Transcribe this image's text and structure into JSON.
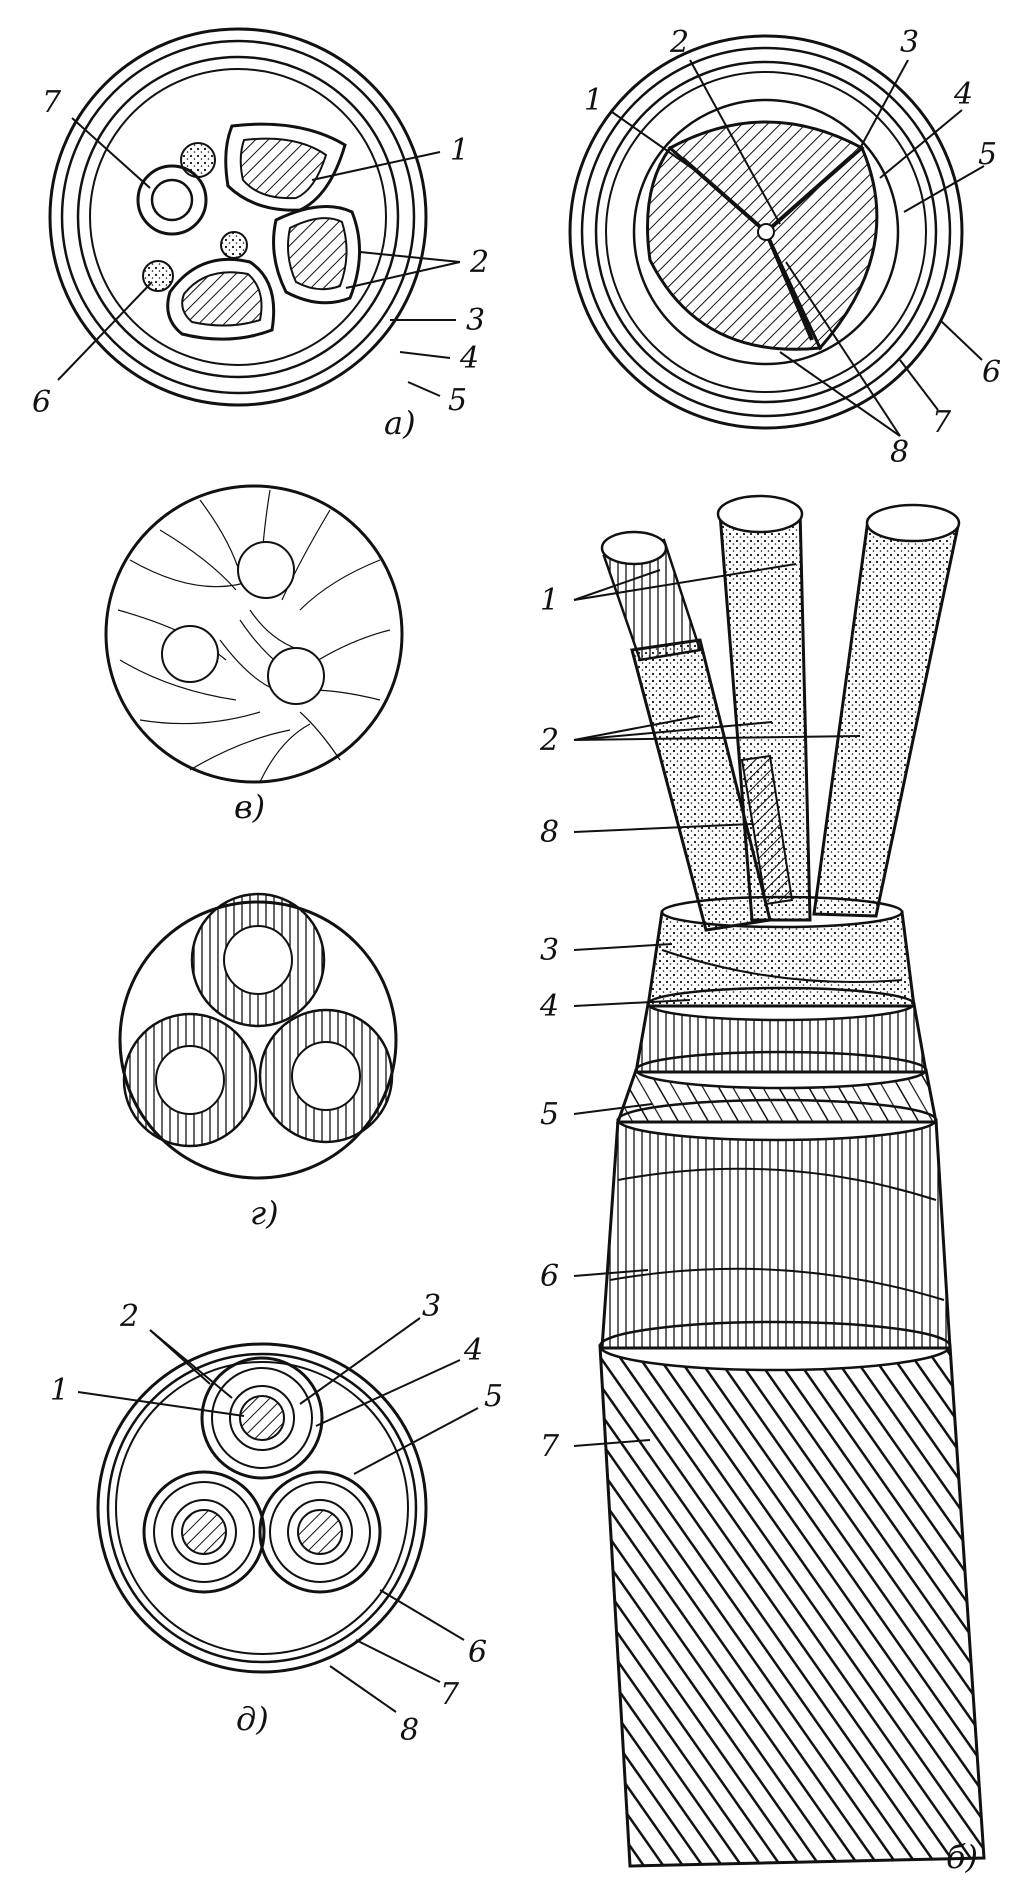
{
  "colors": {
    "ink": "#111111",
    "paper": "#ffffff",
    "tint": "#cfcfcf"
  },
  "panels": {
    "a": {
      "caption": "а)",
      "labels": {
        "l1": "1",
        "l2": "2",
        "l3": "3",
        "l4": "4",
        "l5": "5",
        "l6": "6",
        "l7": "7"
      }
    },
    "tr": {
      "labels": {
        "l1": "1",
        "l2": "2",
        "l3": "3",
        "l4": "4",
        "l5": "5",
        "l6": "6",
        "l7": "7",
        "l8": "8"
      }
    },
    "v": {
      "caption": "в)"
    },
    "g": {
      "caption": "г)"
    },
    "d": {
      "caption": "д)",
      "labels": {
        "l1": "1",
        "l2": "2",
        "l3": "3",
        "l4": "4",
        "l5": "5",
        "l6": "6",
        "l7": "7",
        "l8": "8"
      }
    },
    "b": {
      "caption": "б)",
      "labels": {
        "l1": "1",
        "l2": "2",
        "l3": "3",
        "l4": "4",
        "l5": "5",
        "l6": "6",
        "l7": "7",
        "l8": "8"
      }
    }
  }
}
